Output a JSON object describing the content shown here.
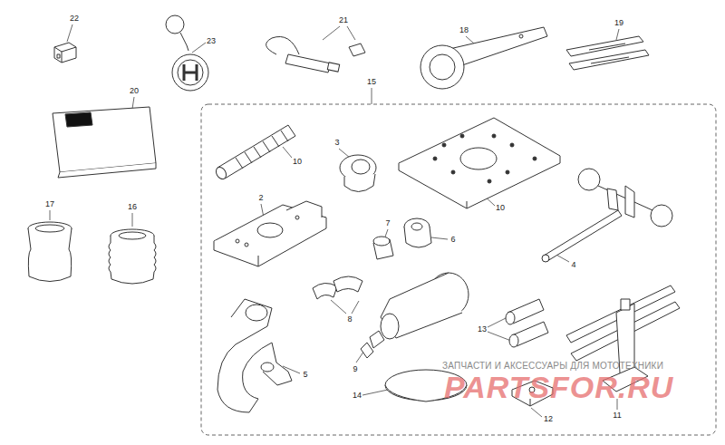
{
  "diagram": {
    "labels": [
      "22",
      "23",
      "21",
      "18",
      "19",
      "15",
      "20",
      "10",
      "3",
      "10",
      "2",
      "7",
      "6",
      "4",
      "17",
      "16",
      "8",
      "13",
      "9",
      "5",
      "14",
      "12",
      "11",
      "ЗАПЧАСТИ И АКСЕССУАРЫ ДЛЯ МОТОТЕХНИКИ",
      "PARTSFOR.RU"
    ]
  }
}
